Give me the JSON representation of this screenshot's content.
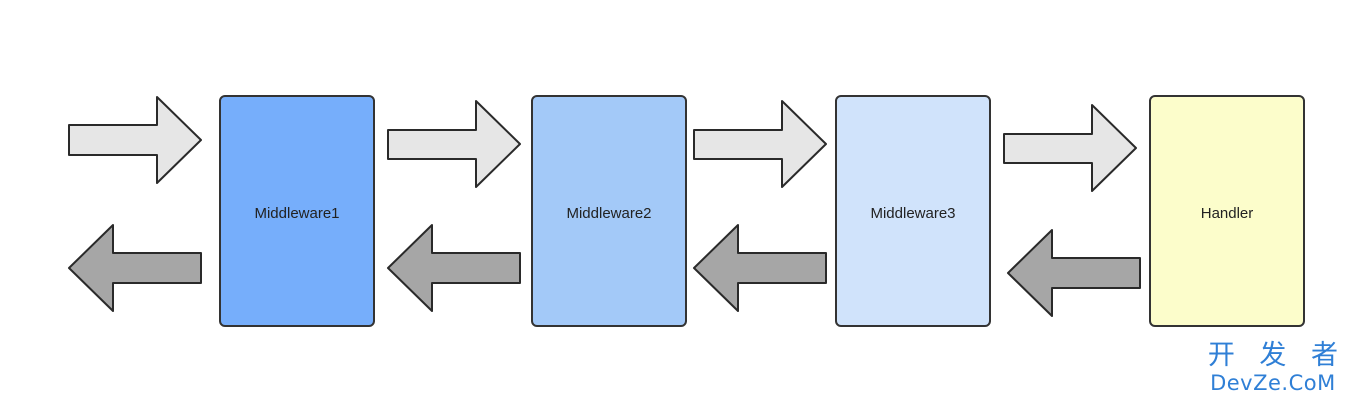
{
  "diagram": {
    "nodes": [
      {
        "label": "Middleware1",
        "fill": "#76aefb"
      },
      {
        "label": "Middleware2",
        "fill": "#a3c9f8"
      },
      {
        "label": "Middleware3",
        "fill": "#d0e3fb"
      },
      {
        "label": "Handler",
        "fill": "#fcfdcb"
      }
    ],
    "arrow_colors": {
      "forward": "#e6e6e6",
      "backward": "#a6a6a6",
      "stroke": "#2a2a2a"
    }
  },
  "watermark": {
    "line1": "开 发 者",
    "line2": "DevZe.CoM",
    "color": "#2f7fd6"
  }
}
